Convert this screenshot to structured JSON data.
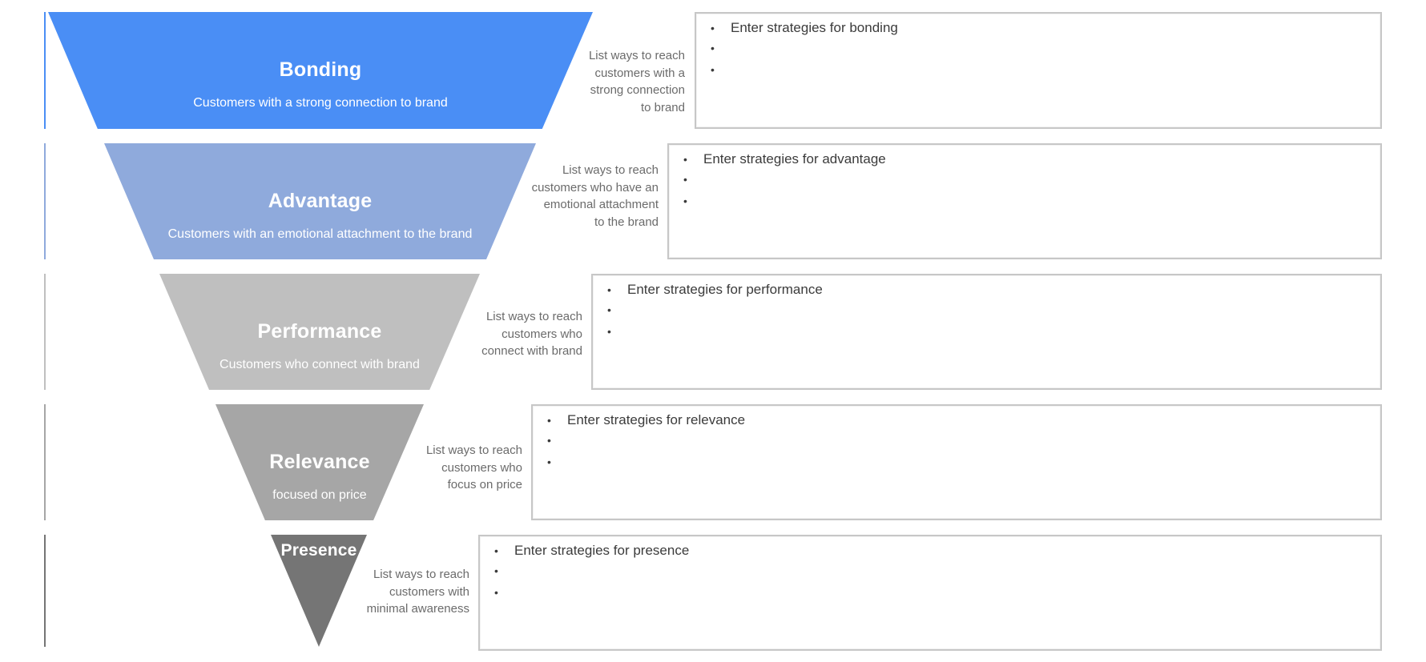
{
  "funnel": {
    "bullet_glyph": "•",
    "levels": [
      {
        "title": "Bonding",
        "subtitle": "Customers with a strong connection to brand",
        "side_note_lines": [
          "List ways to reach",
          "customers with a",
          "strong connection",
          "to brand"
        ],
        "strategy_prompt": "Enter strategies for bonding",
        "color": "#4A8EF5"
      },
      {
        "title": "Advantage",
        "subtitle": "Customers with an emotional attachment to the brand",
        "side_note_lines": [
          "List ways to reach",
          "customers who have an",
          "emotional attachment",
          "to the brand"
        ],
        "strategy_prompt": "Enter strategies for advantage",
        "color": "#8FAADC"
      },
      {
        "title": "Performance",
        "subtitle": "Customers who connect with brand",
        "side_note_lines": [
          "List ways to reach",
          "customers who",
          "connect with brand"
        ],
        "strategy_prompt": "Enter strategies for performance",
        "color": "#BFBFBF"
      },
      {
        "title": "Relevance",
        "subtitle": "focused on price",
        "side_note_lines": [
          "List ways to reach",
          "customers who",
          "focus on price"
        ],
        "strategy_prompt": "Enter strategies for relevance",
        "color": "#A6A6A6"
      },
      {
        "title": "Presence",
        "subtitle": "",
        "side_note_lines": [
          "List ways to reach",
          "customers with",
          "minimal awareness"
        ],
        "strategy_prompt": "Enter strategies for presence",
        "color": "#757575"
      }
    ]
  }
}
